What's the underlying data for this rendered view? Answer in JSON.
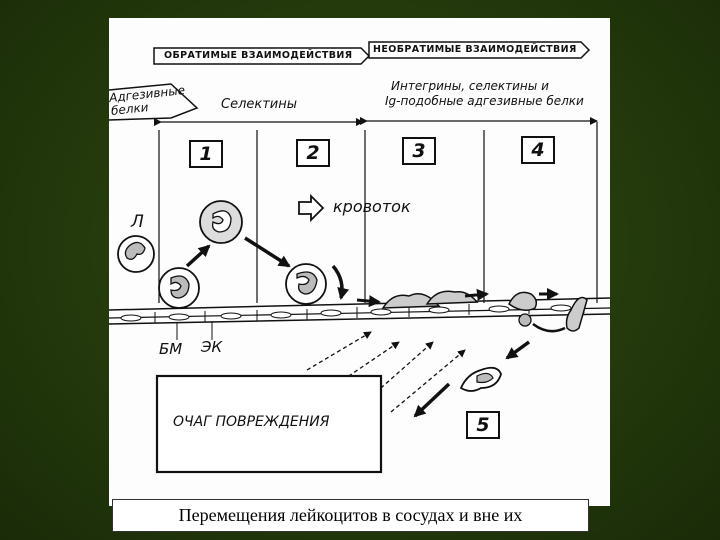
{
  "figure": {
    "bar_left": "ОБРАТИМЫЕ ВЗАИМОДЕЙСТВИЯ",
    "bar_right": "НЕОБРАТИМЫЕ ВЗАИМОДЕЙСТВИЯ",
    "label_adhesive_line1": "Адгезивные",
    "label_adhesive_line2": "белки",
    "label_selectins": "Селектины",
    "label_integrins_line1": "Интегрины, селектины   и",
    "label_integrins_line2": "Ig-подобные адгезивные белки",
    "stages": [
      "1",
      "2",
      "3",
      "4",
      "5"
    ],
    "label_flow": "кровоток",
    "label_L": "Л",
    "label_BM": "БМ",
    "label_EK": "ЭК",
    "label_lesion": "ОЧАГ ПОВРЕЖДЕНИЯ"
  },
  "caption": "Перемещения лейкоцитов в сосудах и вне их"
}
